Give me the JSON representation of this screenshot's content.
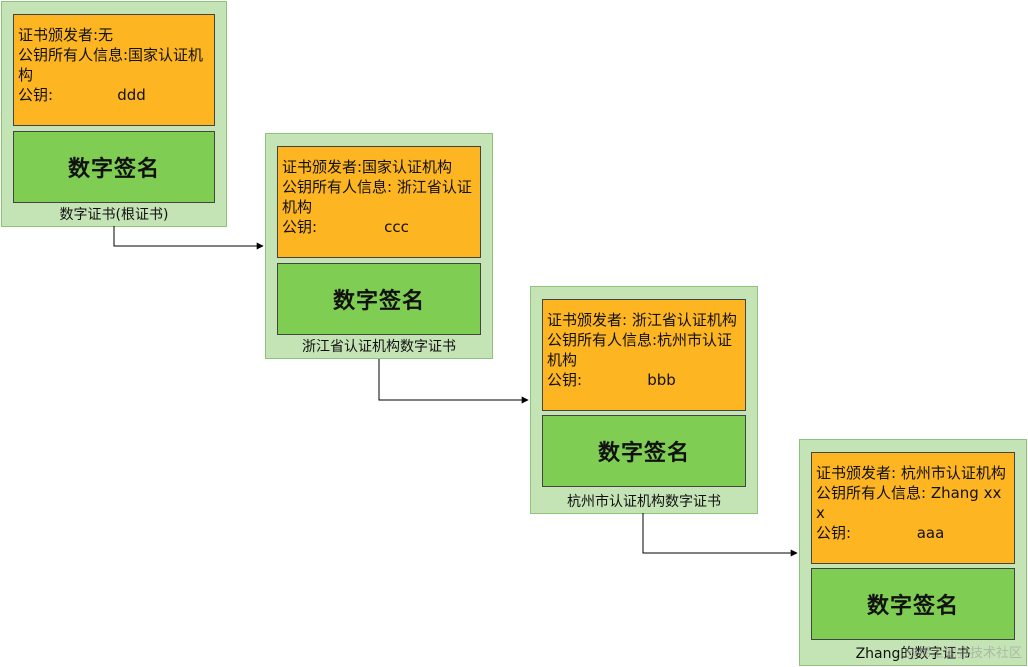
{
  "labels": {
    "issuer": "证书颁发者:",
    "owner": "公钥所有人信息:",
    "pubkey": "公钥:"
  },
  "certificates": [
    {
      "issuer": "证书颁发者:无",
      "owner": "公钥所有人信息:国家认证机构",
      "pubkey_label": "公钥:",
      "pubkey": "ddd",
      "signature": "数字签名",
      "caption": "数字证书(根证书)"
    },
    {
      "issuer": "证书颁发者:国家认证机构",
      "owner": "公钥所有人信息: 浙江省认证机构",
      "pubkey_label": "公钥:",
      "pubkey": "ccc",
      "signature": "数字签名",
      "caption": "浙江省认证机构数字证书"
    },
    {
      "issuer": "证书颁发者: 浙江省认证机构",
      "owner": "公钥所有人信息:杭州市认证机构",
      "pubkey_label": "公钥:",
      "pubkey": "bbb",
      "signature": "数字签名",
      "caption": "杭州市认证机构数字证书"
    },
    {
      "issuer": "证书颁发者: 杭州市认证机构",
      "owner": "公钥所有人信息: Zhang xxx",
      "pubkey_label": "公钥:",
      "pubkey": "aaa",
      "signature": "数字签名",
      "caption": "Zhang的数字证书"
    }
  ],
  "watermark": "@稀土掘金技术社区",
  "colors": {
    "container_bg": "#c5e4b6",
    "info_bg": "#fdb522",
    "signature_bg": "#7fcd52",
    "arrow": "#000000"
  }
}
